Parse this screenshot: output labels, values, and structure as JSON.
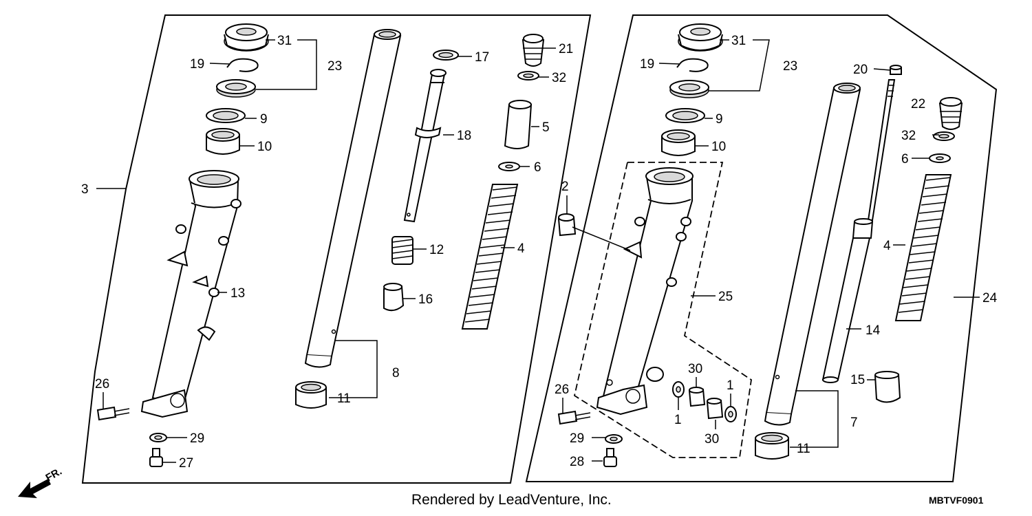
{
  "callouts": {
    "p31a": "31",
    "p19a": "19",
    "p23a": "23",
    "p9a": "9",
    "p10a": "10",
    "p3": "3",
    "p13": "13",
    "p26a": "26",
    "p29a": "29",
    "p27": "27",
    "p17": "17",
    "p18": "18",
    "p8": "8",
    "p11a": "11",
    "p12": "12",
    "p16": "16",
    "p21": "21",
    "p32a": "32",
    "p5": "5",
    "p6a": "6",
    "p4a": "4",
    "p31b": "31",
    "p19b": "19",
    "p23b": "23",
    "p9b": "9",
    "p10b": "10",
    "p2": "2",
    "p25": "25",
    "p26b": "26",
    "p29b": "29",
    "p28": "28",
    "p30a": "30",
    "p1a": "1",
    "p1b": "1",
    "p30b": "30",
    "p20": "20",
    "p22": "22",
    "p32b": "32",
    "p6b": "6",
    "p4b": "4",
    "p24": "24",
    "p14": "14",
    "p15": "15",
    "p7": "7",
    "p11b": "11"
  },
  "footer": {
    "credit": "Rendered by LeadVenture, Inc.",
    "diagram_code": "MBTVF0901",
    "direction_label": "FR."
  }
}
